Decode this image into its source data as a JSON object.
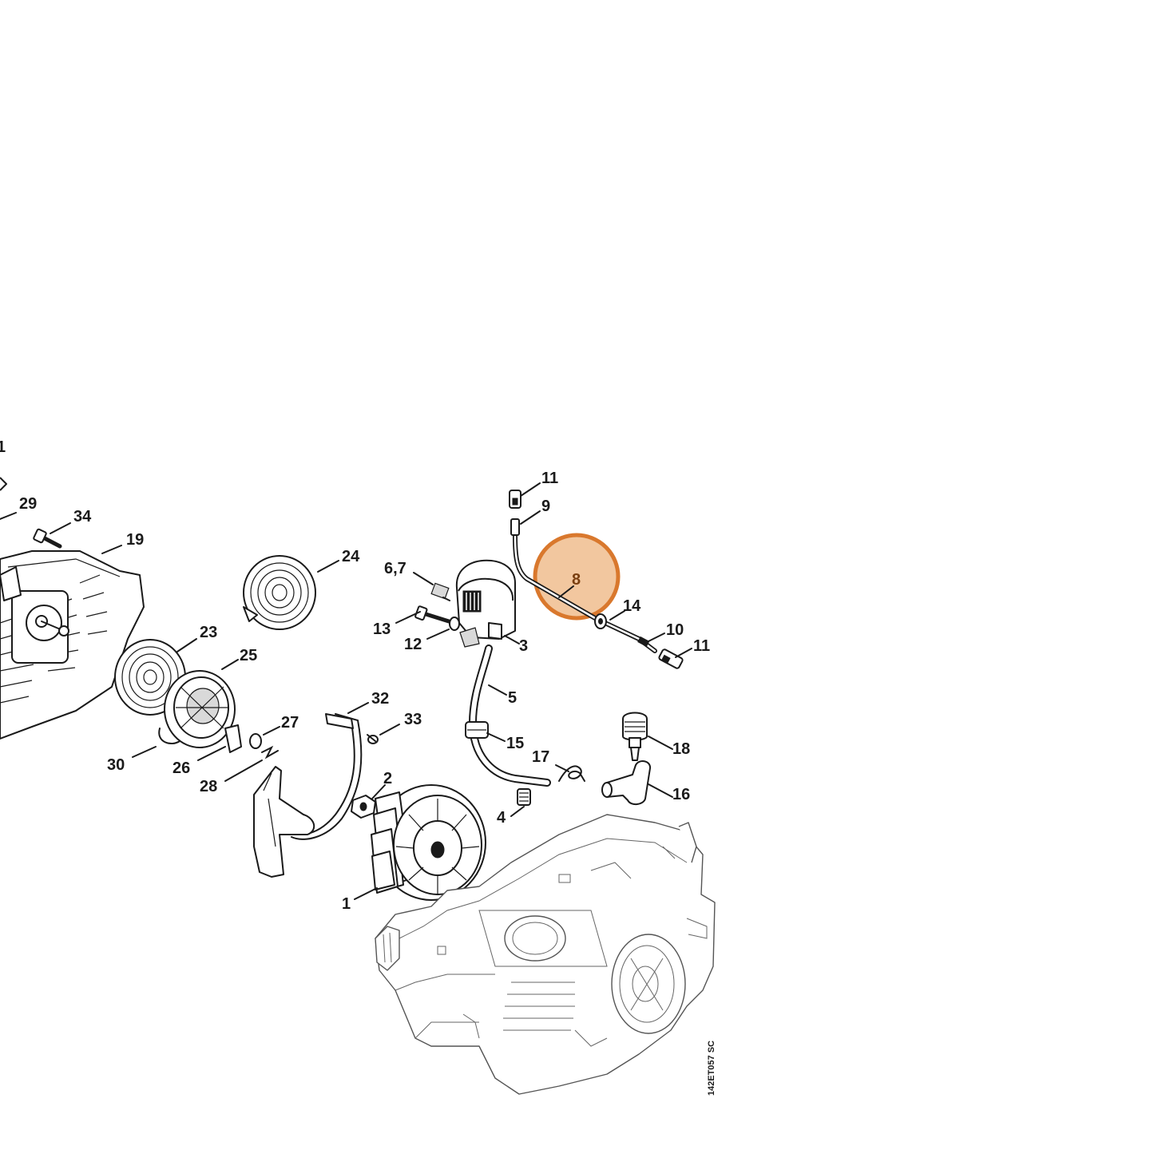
{
  "drawing_code": "142ET057 SC",
  "highlight": {
    "part": "8",
    "color": "#d9782d",
    "fill": "#f2c79f"
  },
  "callouts": {
    "c1": "1",
    "c2": "2",
    "c3": "3",
    "c4": "4",
    "c5": "5",
    "c67": "6,7",
    "c8": "8",
    "c9": "9",
    "c10": "10",
    "c11a": "11",
    "c11b": "11",
    "c12": "12",
    "c13": "13",
    "c14": "14",
    "c15": "15",
    "c16": "16",
    "c17": "17",
    "c18": "18",
    "c19": "19",
    "c21": "1",
    "c23": "23",
    "c24": "24",
    "c25": "25",
    "c26": "26",
    "c27": "27",
    "c28": "28",
    "c29": "29",
    "c30": "30",
    "c32": "32",
    "c33": "33",
    "c34": "34"
  }
}
